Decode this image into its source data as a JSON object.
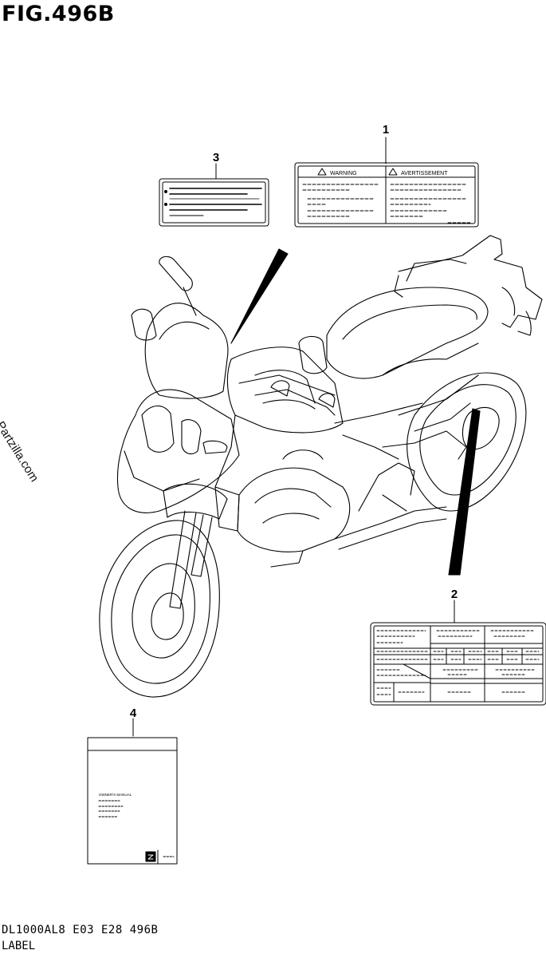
{
  "figure": {
    "title": "FIG.496B",
    "watermark": "© Partzilla.com",
    "footer_code": "DL1000AL8  E03  E28  496B",
    "footer_name": "LABEL"
  },
  "callouts": [
    "1",
    "2",
    "3",
    "4"
  ],
  "label_1": {
    "left_heading": "WARNING",
    "right_heading": "AVERTISSEMENT",
    "warning_symbol": "warning-triangle-icon"
  },
  "label_4": {
    "cover_text": "OWNER'S MANUAL",
    "logo": "suzuki-logo-icon"
  }
}
